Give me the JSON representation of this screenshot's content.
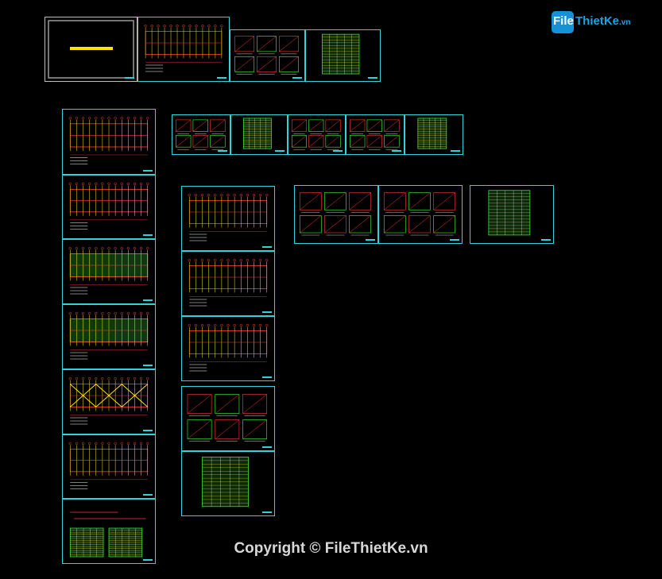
{
  "watermark": {
    "file": "File",
    "rest": "ThietKe",
    "tld": ".vn"
  },
  "copyright": "Copyright © FileThietKe.vn",
  "colors": {
    "frame": "#2fd3d8",
    "plan": "#ff3b3b",
    "grid": "#ffe600",
    "fill": "#3cff3c",
    "background": "#000000"
  },
  "sheets": [
    {
      "id": "cover",
      "kind": "cover"
    },
    {
      "id": "s-top-2",
      "kind": "plan"
    },
    {
      "id": "s-top-3",
      "kind": "details"
    },
    {
      "id": "s-top-4",
      "kind": "table"
    },
    {
      "id": "s-col-a-1",
      "kind": "plan"
    },
    {
      "id": "s-col-a-2",
      "kind": "plan"
    },
    {
      "id": "s-col-a-3",
      "kind": "planfill"
    },
    {
      "id": "s-col-a-4",
      "kind": "planfill"
    },
    {
      "id": "s-col-a-5",
      "kind": "planframe"
    },
    {
      "id": "s-col-a-6",
      "kind": "plan"
    },
    {
      "id": "s-col-a-7",
      "kind": "tablemix"
    },
    {
      "id": "s-row-2-1",
      "kind": "details"
    },
    {
      "id": "s-row-2-2",
      "kind": "table"
    },
    {
      "id": "s-row-2-3",
      "kind": "details"
    },
    {
      "id": "s-row-2-4",
      "kind": "details"
    },
    {
      "id": "s-row-2-5",
      "kind": "table"
    },
    {
      "id": "s-col-b-1",
      "kind": "plan"
    },
    {
      "id": "s-col-b-2",
      "kind": "plan"
    },
    {
      "id": "s-col-b-3",
      "kind": "plan"
    },
    {
      "id": "s-col-b-4",
      "kind": "details"
    },
    {
      "id": "s-col-b-5",
      "kind": "table"
    },
    {
      "id": "s-mid-1",
      "kind": "details"
    },
    {
      "id": "s-mid-2",
      "kind": "details"
    },
    {
      "id": "s-mid-3",
      "kind": "table"
    }
  ]
}
